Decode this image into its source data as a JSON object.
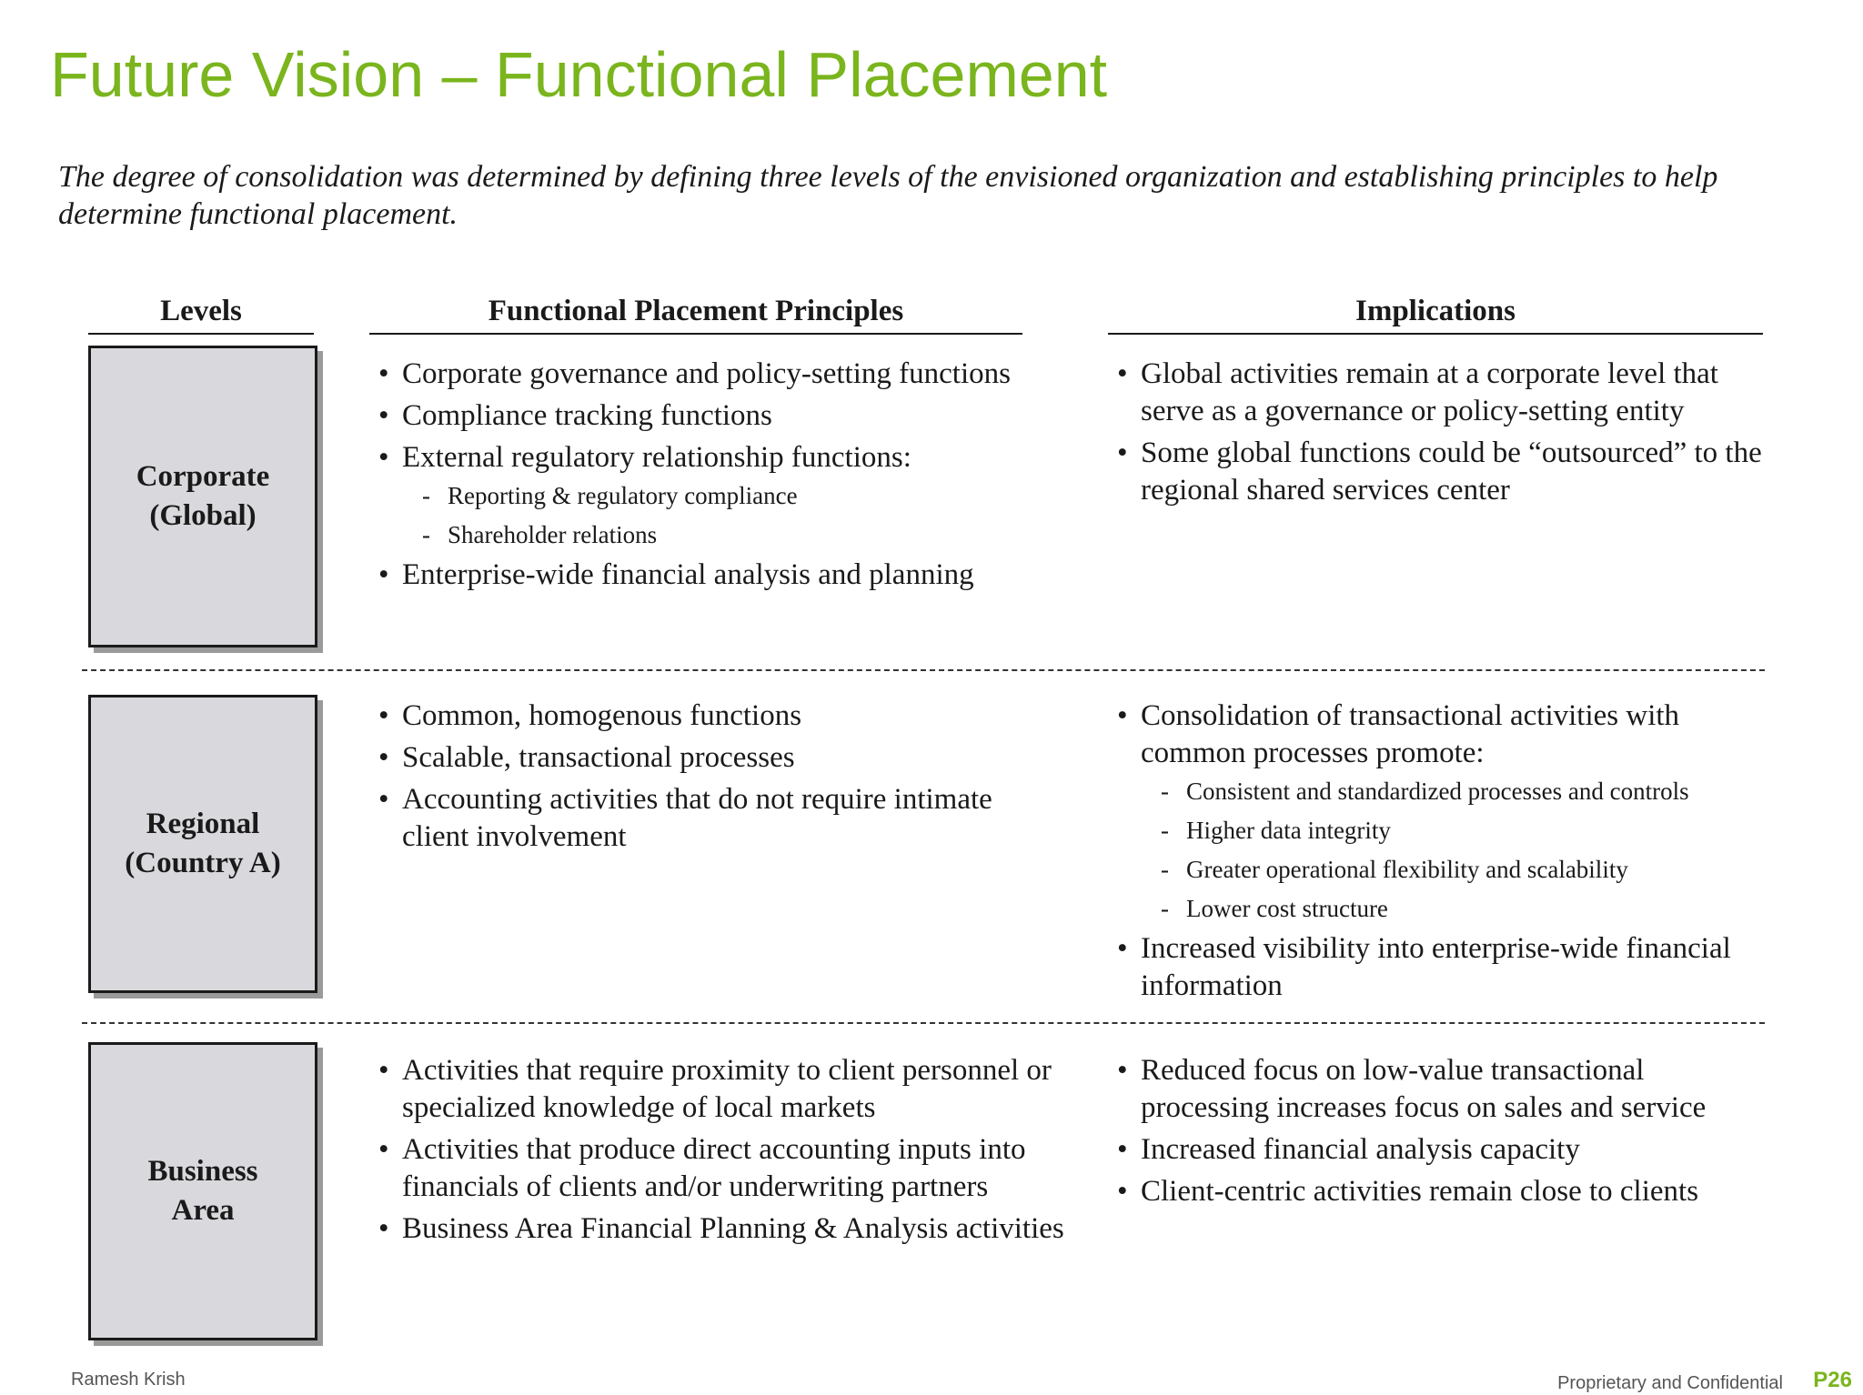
{
  "title": "Future Vision – Functional Placement",
  "subtitle": "The degree of consolidation was determined by defining three levels of the envisioned organization and establishing principles to help determine functional placement.",
  "headers": {
    "levels": "Levels",
    "principles": "Functional Placement Principles",
    "implications": "Implications"
  },
  "rows": [
    {
      "level": [
        "Corporate",
        "(Global)"
      ],
      "principles": [
        {
          "text": "Corporate governance and policy-setting functions"
        },
        {
          "text": "Compliance tracking functions"
        },
        {
          "text": "External regulatory relationship functions:",
          "sub": [
            "Reporting & regulatory compliance",
            "Shareholder relations"
          ]
        },
        {
          "text": "Enterprise-wide financial analysis and planning"
        }
      ],
      "implications": [
        {
          "text": "Global activities remain at a corporate level that serve as a governance or policy-setting entity"
        },
        {
          "text": "Some global functions could be “outsourced” to the regional shared services center"
        }
      ]
    },
    {
      "level": [
        "Regional",
        "(Country A)"
      ],
      "principles": [
        {
          "text": "Common, homogenous functions"
        },
        {
          "text": "Scalable, transactional processes"
        },
        {
          "text": "Accounting activities that do not require intimate client involvement"
        }
      ],
      "implications": [
        {
          "text": "Consolidation of transactional activities with common processes promote:",
          "sub": [
            "Consistent and standardized processes and controls",
            "Higher data integrity",
            "Greater operational flexibility and scalability",
            "Lower cost structure"
          ]
        },
        {
          "text": "Increased visibility into enterprise-wide financial information"
        }
      ]
    },
    {
      "level": [
        "Business",
        "Area"
      ],
      "principles": [
        {
          "text": "Activities that require proximity to client personnel or specialized knowledge of local markets"
        },
        {
          "text": "Activities that produce direct accounting inputs into financials of clients and/or underwriting partners"
        },
        {
          "text": "Business Area Financial Planning & Analysis activities"
        }
      ],
      "implications": [
        {
          "text": "Reduced focus on low-value transactional processing increases focus on sales and service"
        },
        {
          "text": "Increased financial analysis capacity"
        },
        {
          "text": "Client-centric activities remain close to clients"
        }
      ]
    }
  ],
  "footer": {
    "author": "Ramesh Krish",
    "confidential": "Proprietary and Confidential",
    "page": "P26"
  }
}
